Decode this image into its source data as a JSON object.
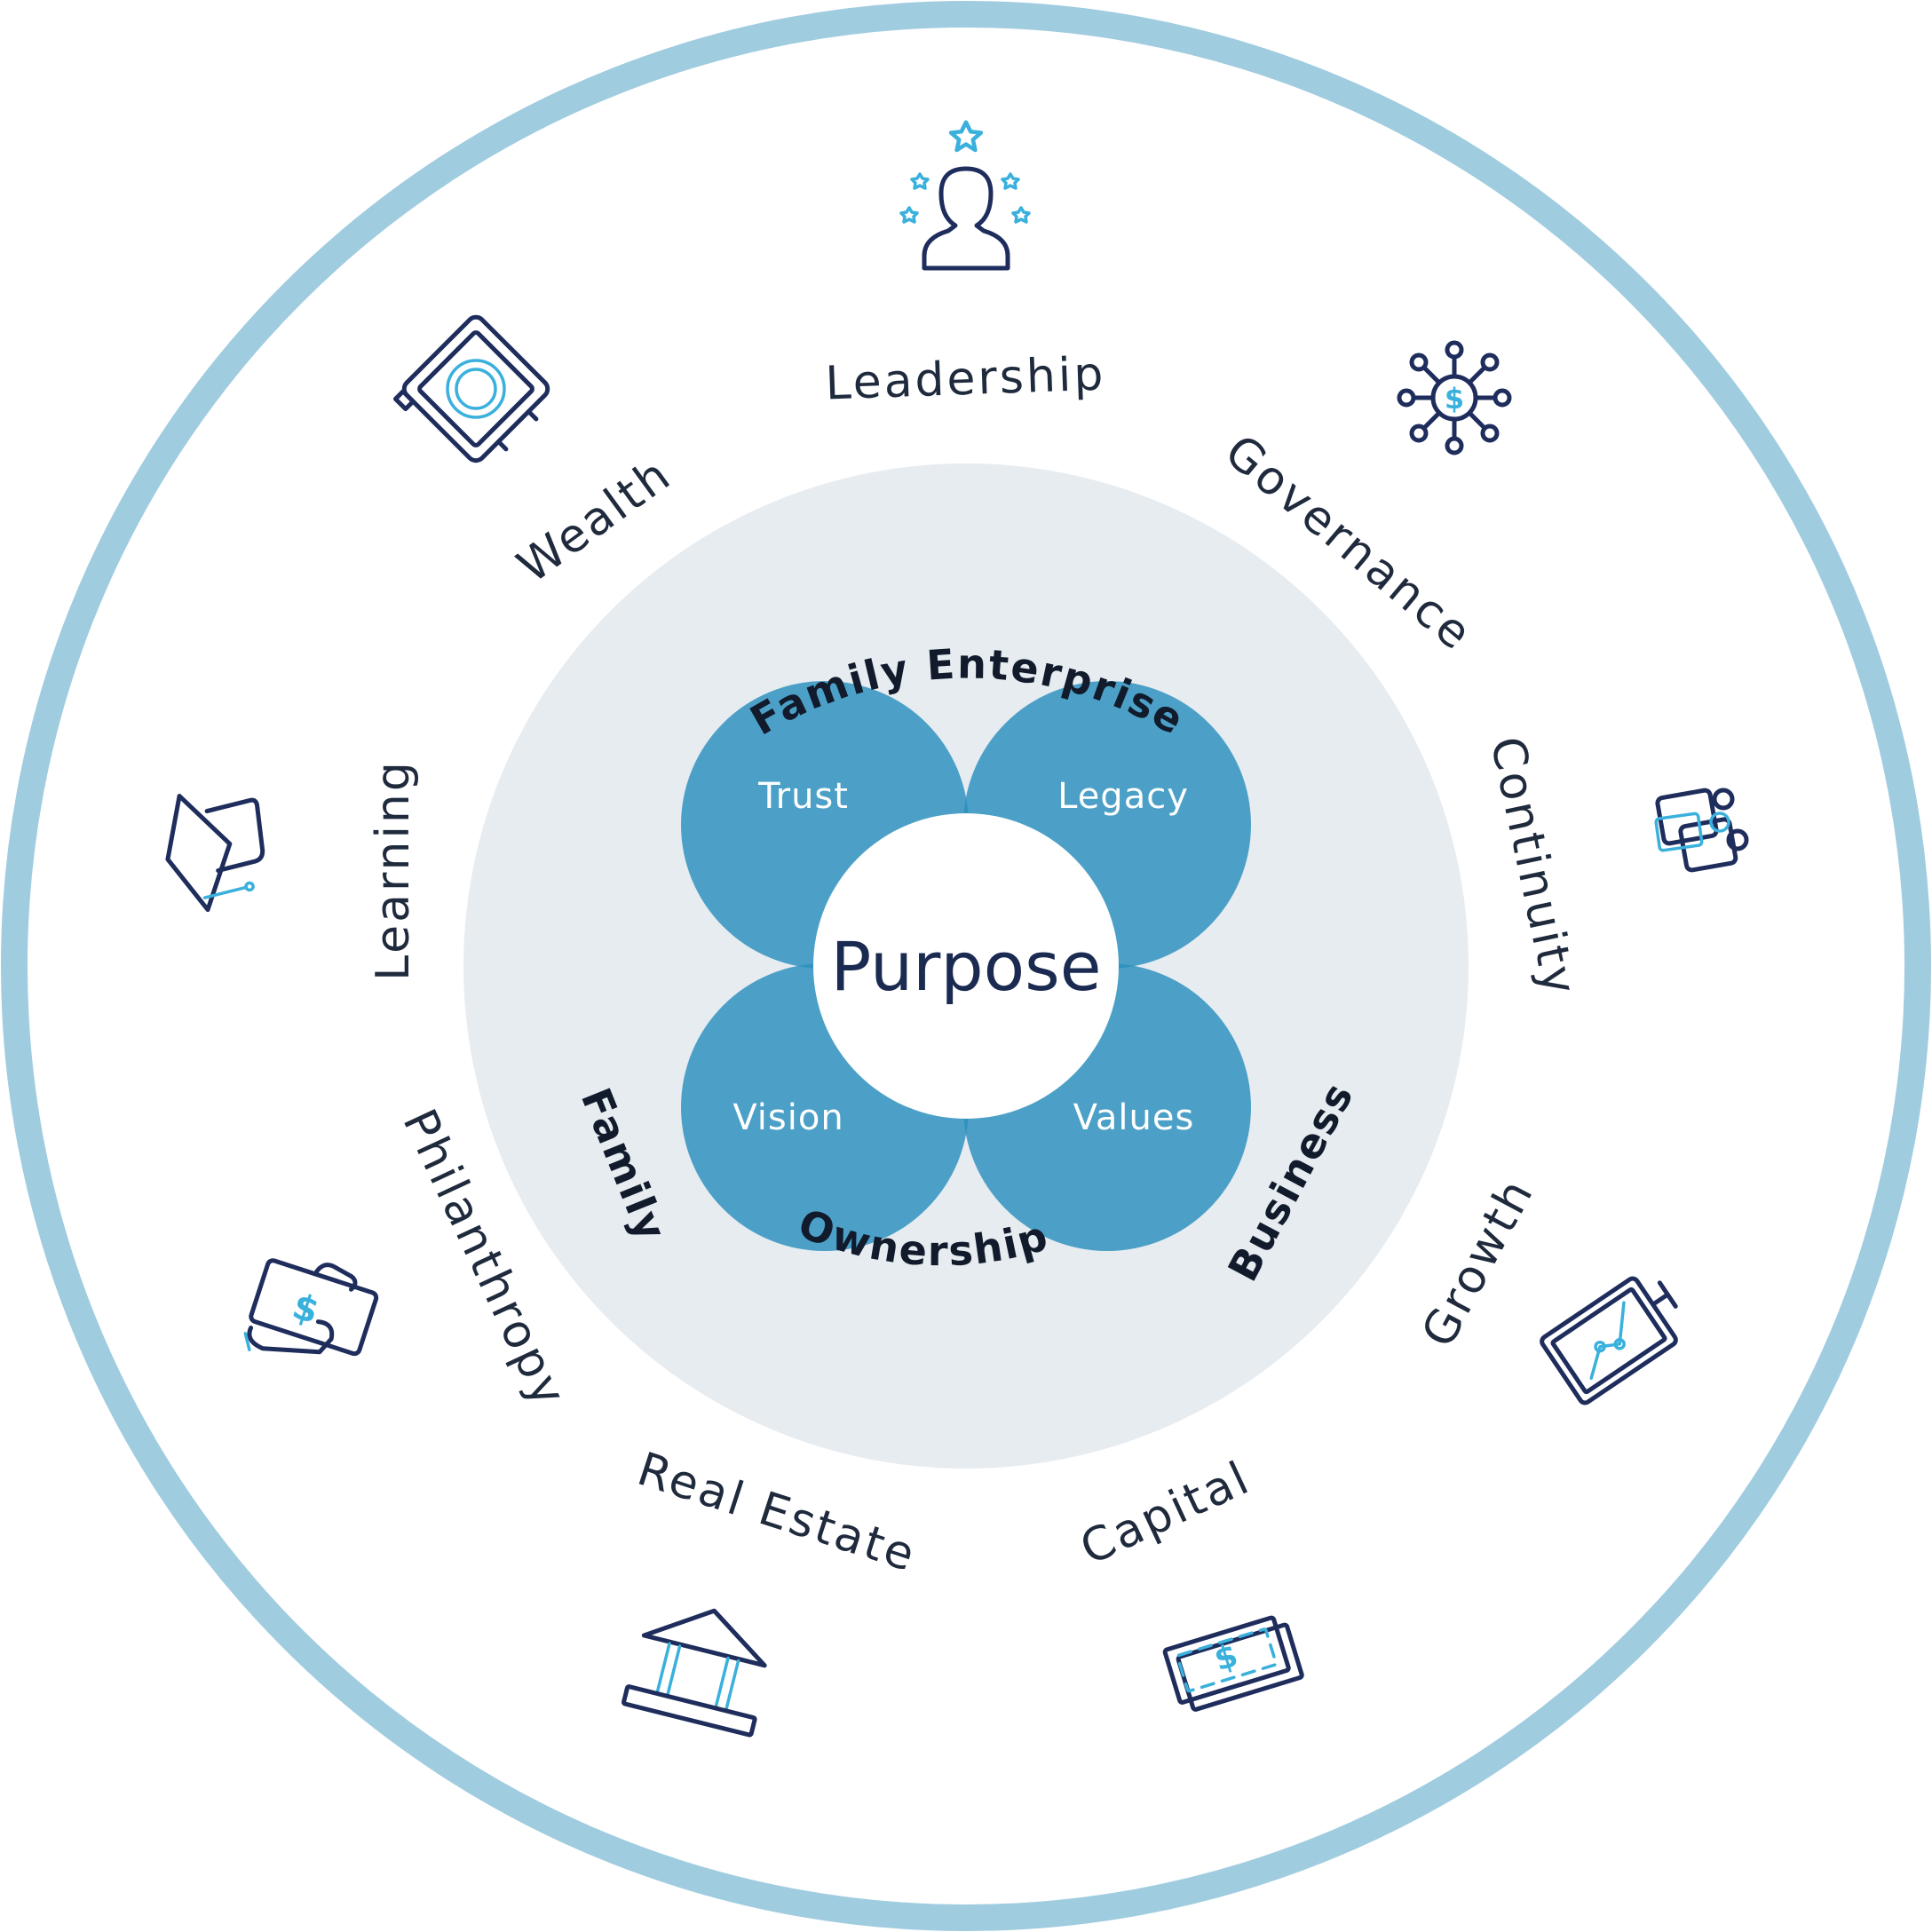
{
  "colors": {
    "outer_ring": "#a0cce0",
    "inner_disc": "#e7ecf1",
    "petal": "#2a8fbd",
    "petal_overlap": "#0b7db3",
    "center": "#ffffff",
    "icon_dark": "#1e2d5c",
    "icon_light": "#3ab0dc"
  },
  "center": {
    "label": "Purpose"
  },
  "petals": {
    "top_left": "Trust",
    "top_right": "Legacy",
    "bottom_left": "Vision",
    "bottom_right": "Values"
  },
  "middle_ring": {
    "top": "Family Enterprise",
    "left": "Family",
    "right": "Business",
    "bottom": "Ownership"
  },
  "outer_ring": {
    "leadership": {
      "label": "Leadership",
      "icon": "leader-stars-icon"
    },
    "governance": {
      "label": "Governance",
      "icon": "network-dollar-icon"
    },
    "continuity": {
      "label": "Continuity",
      "icon": "handoff-people-icon"
    },
    "growth": {
      "label": "Growth",
      "icon": "chart-monitor-icon"
    },
    "capital": {
      "label": "Capital",
      "icon": "cash-bills-icon"
    },
    "real_estate": {
      "label": "Real Estate",
      "icon": "building-columns-icon"
    },
    "philanthropy": {
      "label": "Philanthropy",
      "icon": "hand-giving-icon"
    },
    "learning": {
      "label": "Learning",
      "icon": "graduation-cap-icon"
    },
    "wealth": {
      "label": "Wealth",
      "icon": "safe-vault-icon"
    }
  },
  "icon_text": {
    "dollar": "$"
  }
}
